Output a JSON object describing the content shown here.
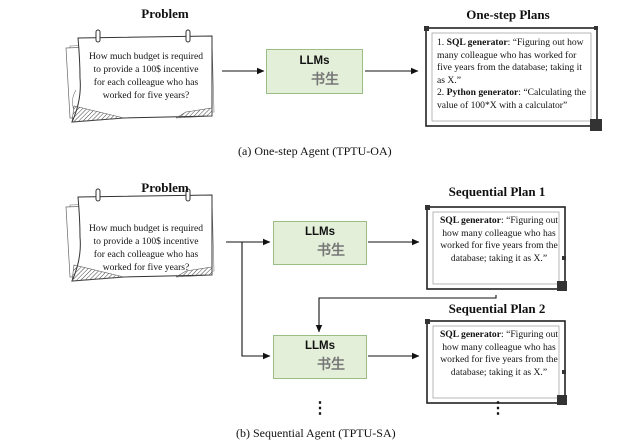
{
  "panel_a": {
    "problem_title": "Problem",
    "problem_text": "How much budget is required to provide a 100$ incentive for each colleague who has worked for five years?",
    "llm_label": "LLMs",
    "llm_cn_label": "书生",
    "plans_title": "One-step Plans",
    "plan1_prefix": "1.",
    "plan1_tool": "SQL generator",
    "plan1_text": ": “Figuring out how many colleague who has worked for five years from the database; taking it as X.”",
    "plan2_prefix": "2.",
    "plan2_tool": "Python generator",
    "plan2_text": ": “Calculating the value of 100*X with a calculator”",
    "caption": "(a)  One-step Agent (TPTU-OA)"
  },
  "panel_b": {
    "problem_title": "Problem",
    "problem_text": "How much budget is required to provide a 100$ incentive for each colleague who has worked for five years?",
    "llm_label_1": "LLMs",
    "llm_cn_label_1": "书生",
    "llm_label_2": "LLMs",
    "llm_cn_label_2": "书生",
    "plan1_title": "Sequential Plan 1",
    "plan1_tool": "SQL generator",
    "plan1_text": ": “Figuring out how many colleague who has worked for five years from the database; taking it as X.”",
    "plan2_title": "Sequential Plan 2",
    "plan2_tool": "SQL generator",
    "plan2_text": ": “Figuring out how many colleague who has worked for five years from the database; taking it as X.”",
    "ellipsis": "⋮",
    "caption": "(b)  Sequential Agent (TPTU-SA)"
  },
  "colors": {
    "llm_fill": "#e3efd9",
    "llm_border": "#9bbd86",
    "openai_logo": "#4f8f78",
    "arrow": "#111111"
  },
  "icons": [
    "openai-logo-icon",
    "intern-mascot-icon",
    "pin-icon",
    "paper-note-icon"
  ]
}
